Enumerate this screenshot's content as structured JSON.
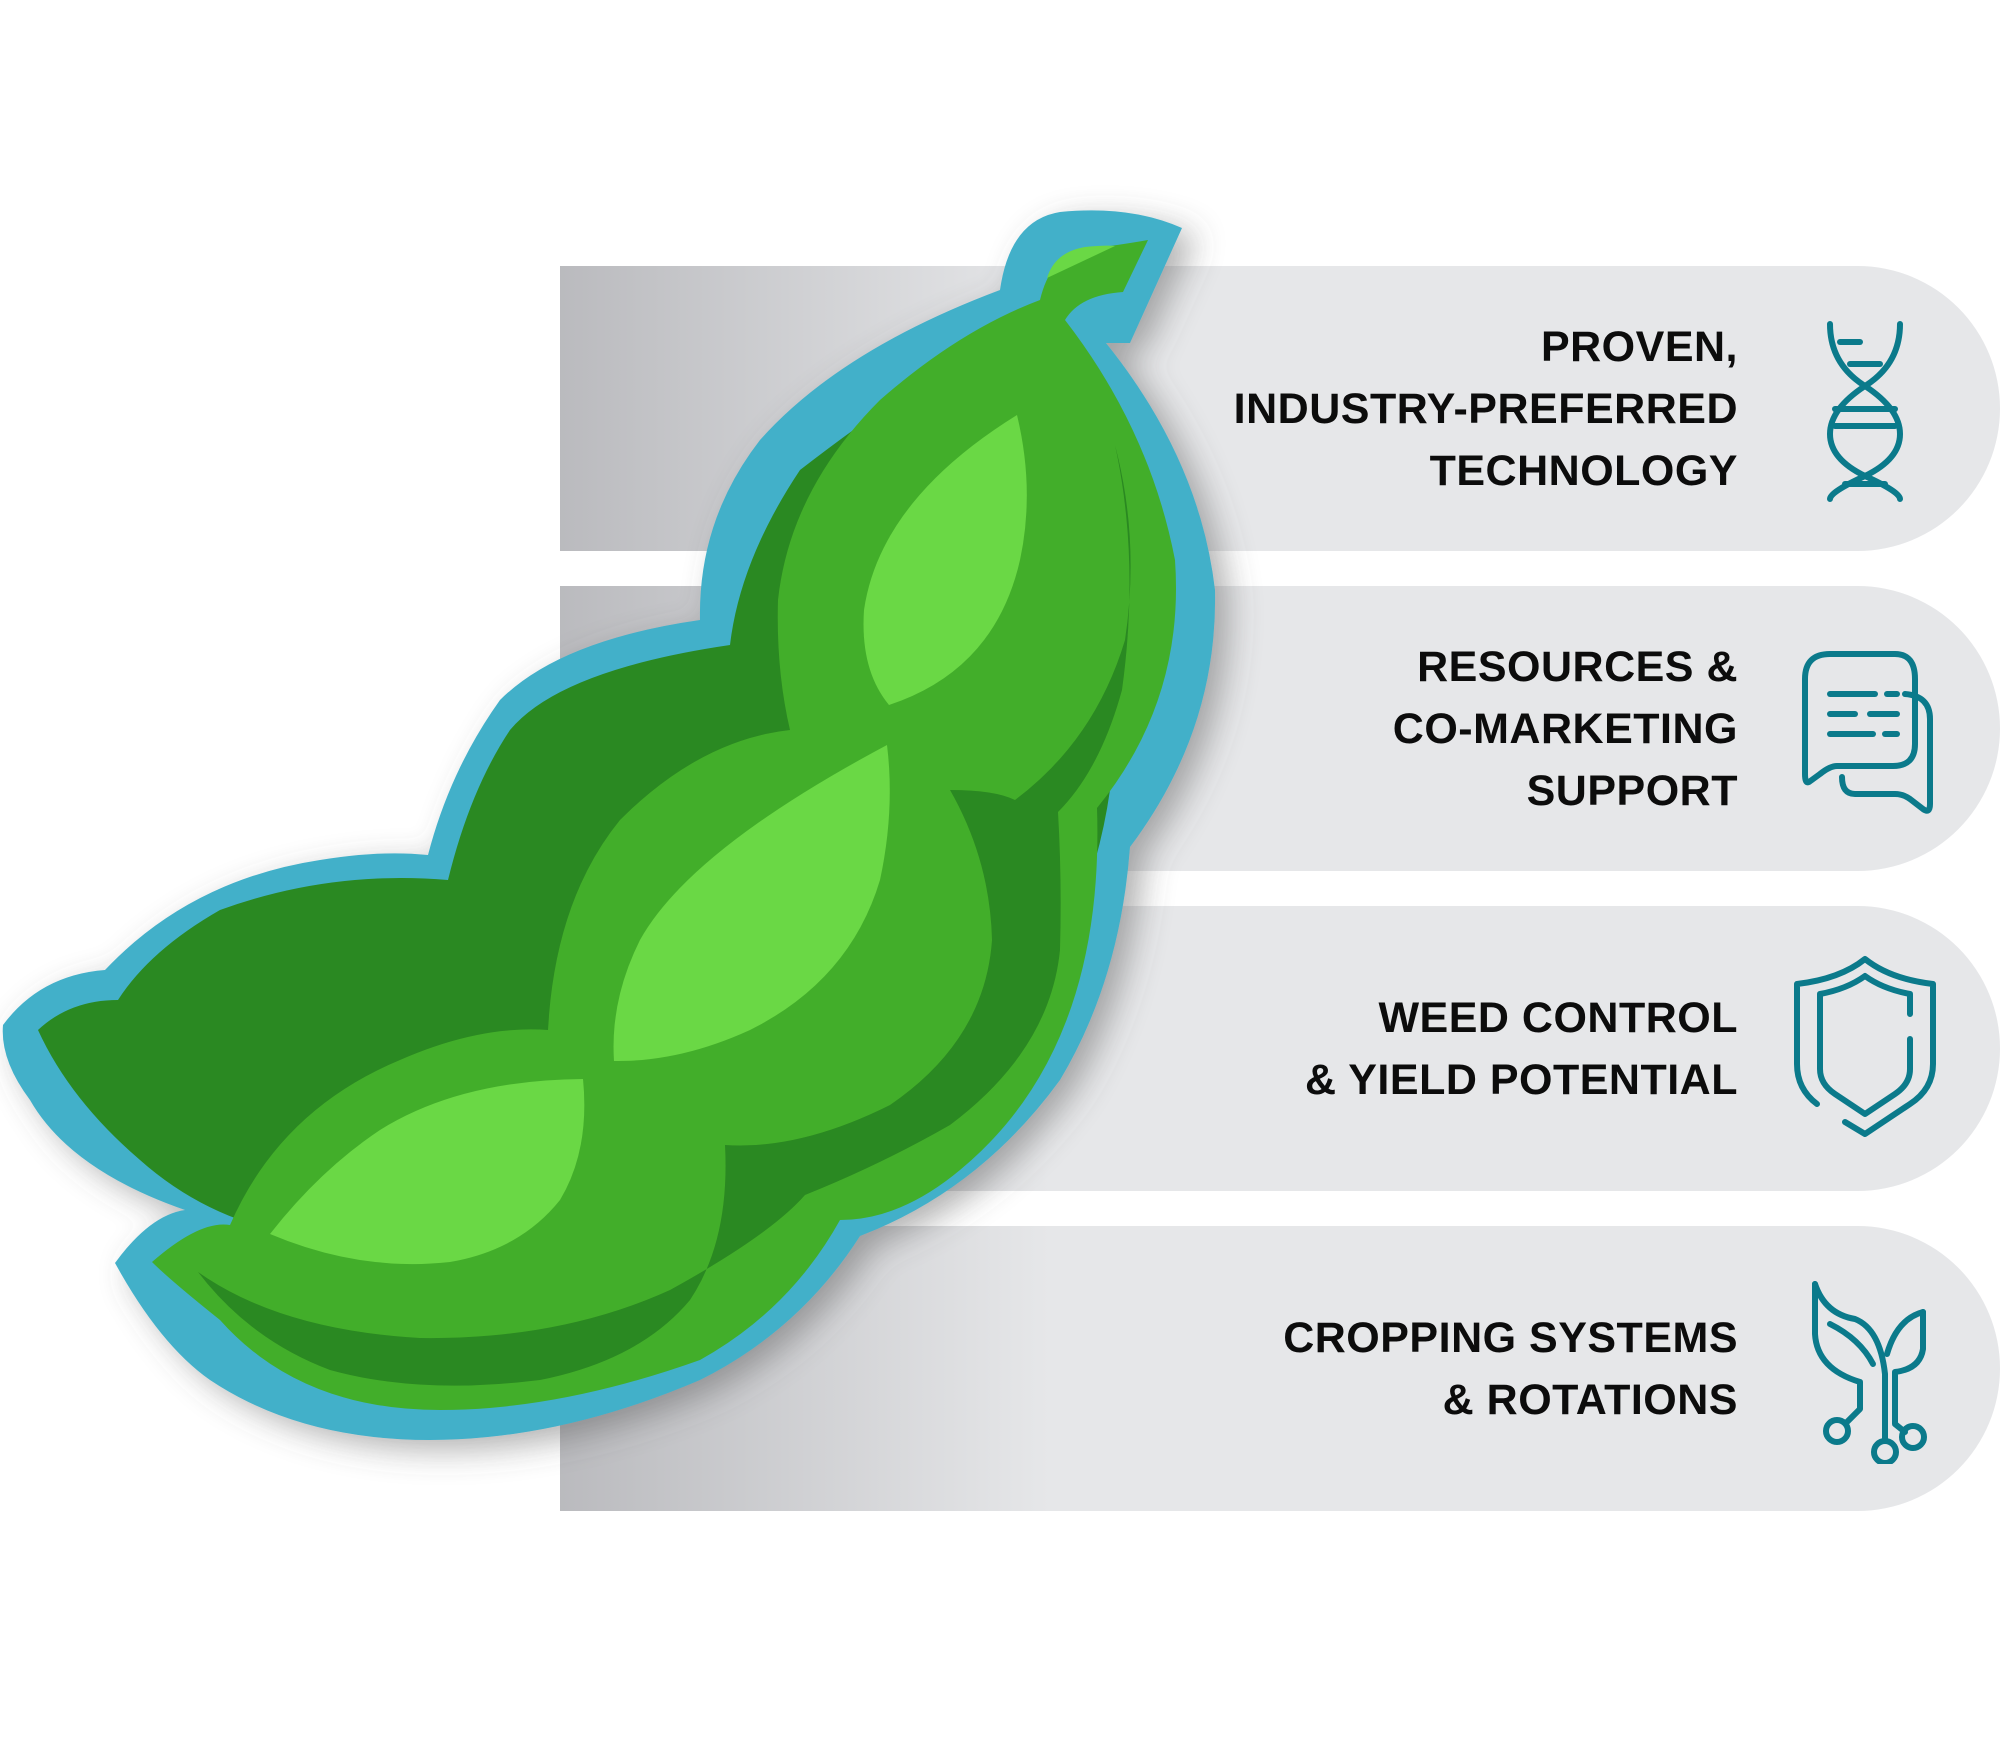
{
  "illustration": {
    "name": "soybean-pod",
    "colors": {
      "outline": "#42b0c9",
      "dark_green": "#2b8920",
      "mid_green": "#43ae2b",
      "light_green": "#6ad845"
    }
  },
  "icon_color": "#0b7a8b",
  "panels": [
    {
      "icon": "dna-icon",
      "lines": [
        "PROVEN,",
        "INDUSTRY-PREFERRED",
        "TECHNOLOGY"
      ]
    },
    {
      "icon": "chat-bubbles-icon",
      "lines": [
        "RESOURCES &",
        "CO-MARKETING",
        "SUPPORT"
      ]
    },
    {
      "icon": "shield-icon",
      "lines": [
        "WEED CONTROL",
        "& YIELD POTENTIAL"
      ]
    },
    {
      "icon": "sprout-circuit-icon",
      "lines": [
        "CROPPING SYSTEMS",
        "& ROTATIONS"
      ]
    }
  ]
}
